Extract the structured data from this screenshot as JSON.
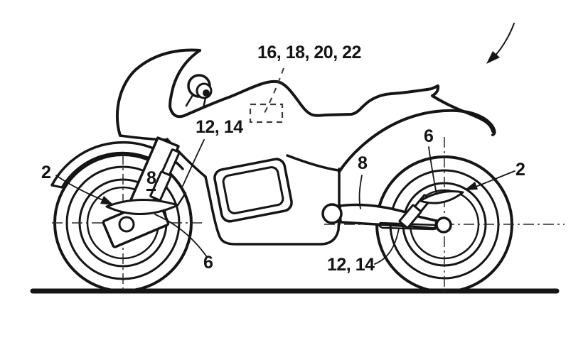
{
  "figure": {
    "type": "patent-line-drawing",
    "subject": "motorcycle side view with suspension reference numerals",
    "background_color": "#ffffff",
    "line_color": "#151515",
    "labels": {
      "assembly_box": "16, 18, 20, 22",
      "front_suspension_pair": "12, 14",
      "rear_suspension_pair": "12, 14",
      "front_wheel": "2",
      "rear_wheel": "2",
      "front_hub_lever": "6",
      "rear_hub_lever": "6",
      "front_arm": "8",
      "rear_arm": "8"
    }
  }
}
